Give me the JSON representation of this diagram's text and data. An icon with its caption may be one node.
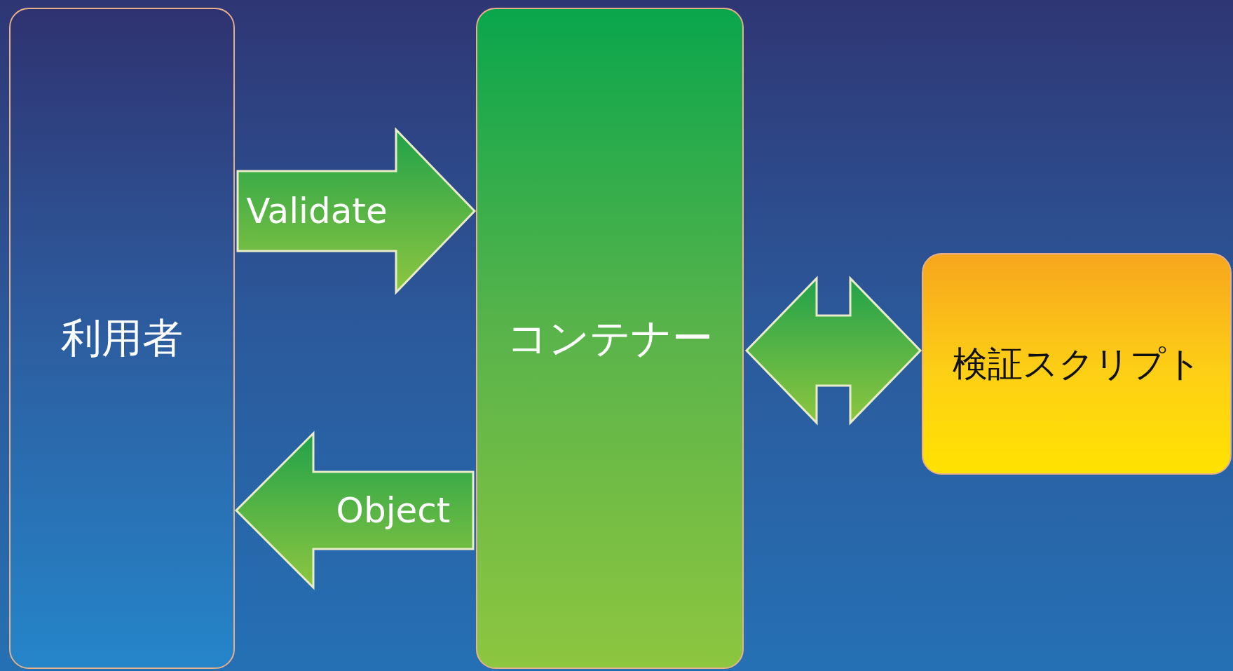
{
  "diagram": {
    "nodes": [
      {
        "text": [
          "利用者"
        ]
      },
      {
        "text": [
          "コンテナー"
        ]
      },
      {
        "text": [
          "検証スクリプト"
        ]
      }
    ],
    "edges": [
      {
        "from": 0,
        "to": 1,
        "arrow": "to",
        "label": "Validate"
      },
      {
        "from": 1,
        "to": 0,
        "arrow": "to",
        "label": "Object"
      },
      {
        "from": 1,
        "to": 2,
        "arrow": "both"
      }
    ]
  }
}
